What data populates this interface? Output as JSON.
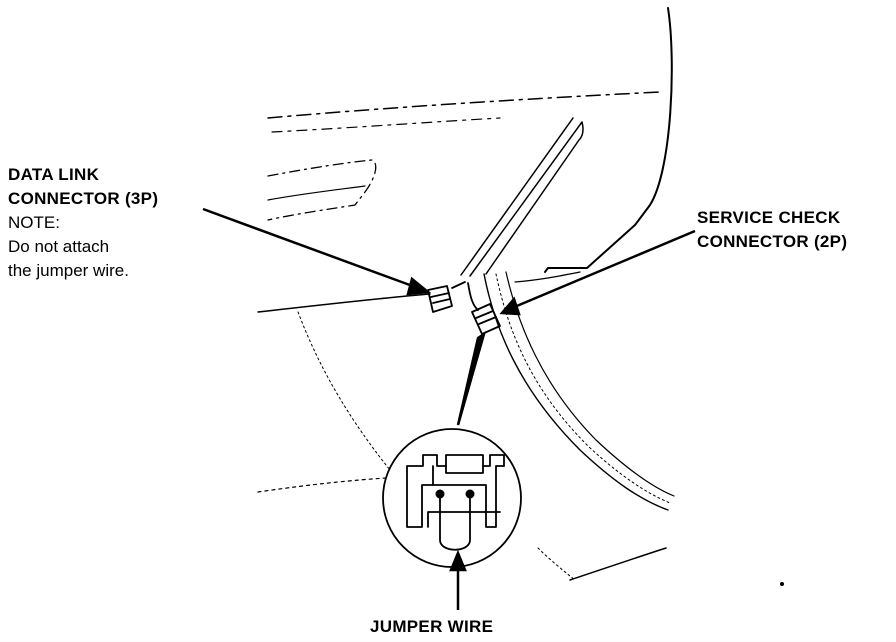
{
  "labels": {
    "dlc_line1": "DATA LINK",
    "dlc_line2": "CONNECTOR (3P)",
    "note_heading": "NOTE:",
    "note_line1": "Do not attach",
    "note_line2": "the jumper wire.",
    "scs_line1": "SERVICE CHECK",
    "scs_line2": "CONNECTOR (2P)",
    "jumper": "JUMPER WIRE"
  },
  "colors": {
    "ink": "#000000",
    "paper": "#ffffff"
  }
}
